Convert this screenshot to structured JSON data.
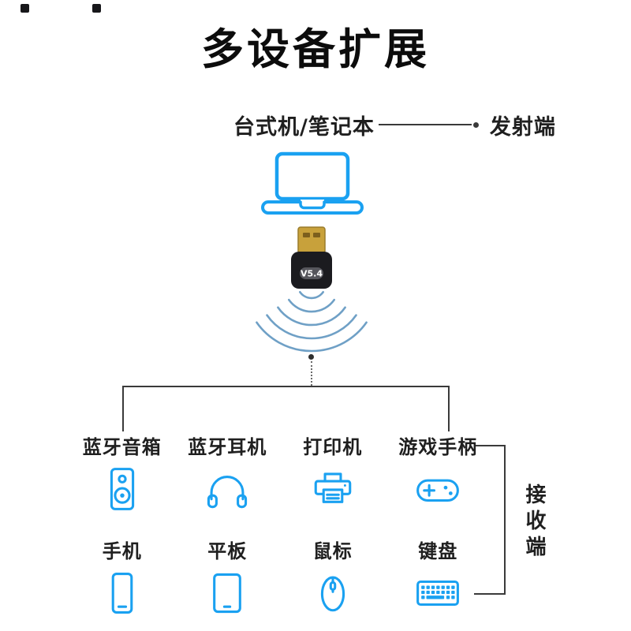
{
  "title": "多设备扩展",
  "transmitter": {
    "source_label": "台式机/笔记本",
    "role_label": "发射端",
    "device_icon": "laptop-icon"
  },
  "dongle": {
    "version_label": "V5.4",
    "icon": "usb-bluetooth-dongle-icon",
    "signal_icon": "signal-waves-icon"
  },
  "receiver": {
    "role_label": "接收端"
  },
  "devices": {
    "row1": [
      {
        "label": "蓝牙音箱",
        "icon": "speaker-icon"
      },
      {
        "label": "蓝牙耳机",
        "icon": "headphones-icon"
      },
      {
        "label": "打印机",
        "icon": "printer-icon"
      },
      {
        "label": "游戏手柄",
        "icon": "gamepad-icon"
      }
    ],
    "row2": [
      {
        "label": "手机",
        "icon": "phone-icon"
      },
      {
        "label": "平板",
        "icon": "tablet-icon"
      },
      {
        "label": "鼠标",
        "icon": "mouse-icon"
      },
      {
        "label": "键盘",
        "icon": "keyboard-icon"
      }
    ]
  },
  "colors": {
    "accent": "#1aa1f1",
    "titleInk": "#0c0c0c",
    "textInk": "#1f1f1f",
    "line": "#3a3a3a",
    "wave": "#6fa0c6",
    "gold": "#c8a13b",
    "goldSlot": "#7c5f1d",
    "dongleBody": "#1b1b1f",
    "badge": "#56565c",
    "versionText": "#ffffff"
  }
}
